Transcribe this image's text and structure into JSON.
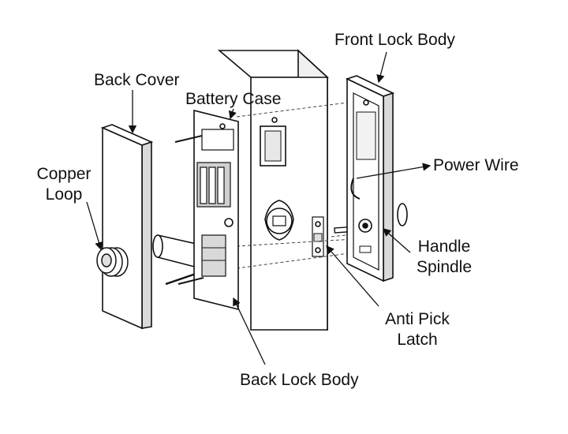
{
  "labels": {
    "front_lock_body": "Front Lock Body",
    "back_cover": "Back Cover",
    "battery_case": "Battery Case",
    "copper_loop": [
      "Copper",
      "Loop"
    ],
    "power_wire": "Power Wire",
    "handle_spindle": [
      "Handle",
      "Spindle"
    ],
    "anti_pick_latch": [
      "Anti Pick",
      "Latch"
    ],
    "back_lock_body": "Back Lock Body"
  },
  "colors": {
    "ink": "#111111",
    "fill": "#ffffff",
    "shade": "#d9d9d9"
  }
}
